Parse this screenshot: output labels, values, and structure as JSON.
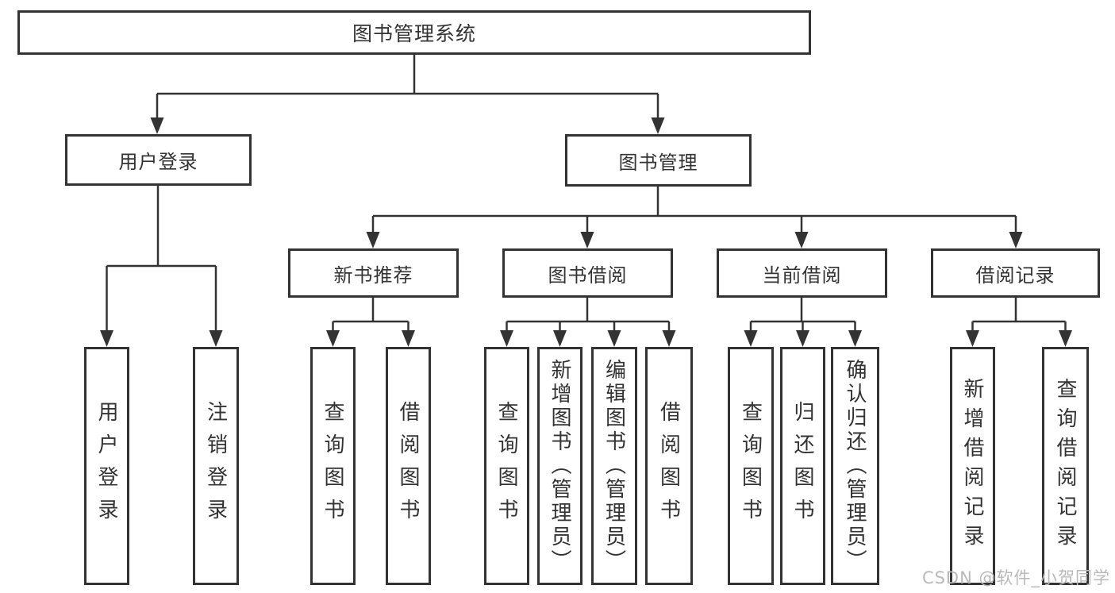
{
  "tree": {
    "label": "图书管理系统",
    "children": [
      {
        "label": "用户登录",
        "children": [
          {
            "label": "用户登录"
          },
          {
            "label": "注销登录"
          }
        ]
      },
      {
        "label": "图书管理",
        "children": [
          {
            "label": "新书推荐",
            "children": [
              {
                "label": "查询图书"
              },
              {
                "label": "借阅图书"
              }
            ]
          },
          {
            "label": "图书借阅",
            "children": [
              {
                "label": "查询图书"
              },
              {
                "label": "新增图书（管理员）"
              },
              {
                "label": "编辑图书（管理员）"
              },
              {
                "label": "借阅图书"
              }
            ]
          },
          {
            "label": "当前借阅",
            "children": [
              {
                "label": "查询图书"
              },
              {
                "label": "归还图书"
              },
              {
                "label": "确认归还（管理员）"
              }
            ]
          },
          {
            "label": "借阅记录",
            "children": [
              {
                "label": "新增借阅记录"
              },
              {
                "label": "查询借阅记录"
              }
            ]
          }
        ]
      }
    ]
  },
  "watermark": "CSDN @软件_小贺同学",
  "colors": {
    "line": "#333333",
    "text": "#333333",
    "box_background": "#ffffff",
    "watermark": "#b9b9b9"
  }
}
